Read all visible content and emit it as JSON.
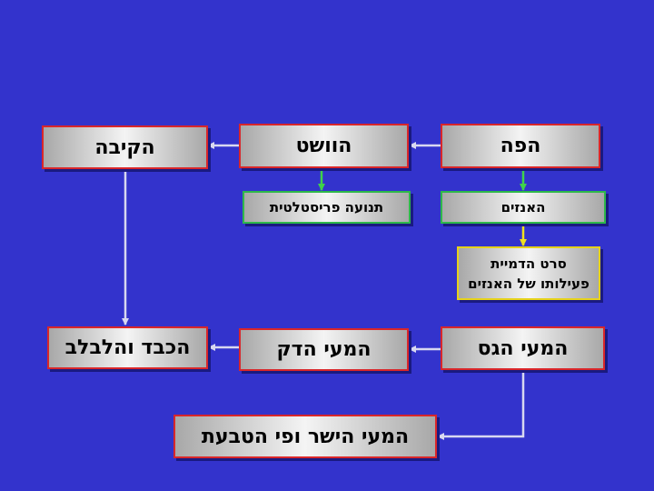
{
  "nodes": {
    "mouth": "הפה",
    "esophagus": "הוושט",
    "stomach": "הקיבה",
    "enzymes": "האנזים",
    "peristalsis": "תנועה פריסטלטית",
    "film_line1": "סרט הדמיית",
    "film_line2": "פעילותו של האנזים",
    "duodenum": "המעי הגס",
    "small_intestine": "המעי הדק",
    "liver_pancreas": "הכבד והלבלב",
    "rectum": "המעי הישר ופי הטבעת"
  },
  "colors": {
    "background": "#3333cc",
    "main_border": "#d9262a",
    "secondary_border": "#2eb84a",
    "film_border": "#e6d21a",
    "arrow_main": "#d8d8f0",
    "arrow_green": "#3fd24a",
    "arrow_yellow": "#f0e020"
  }
}
